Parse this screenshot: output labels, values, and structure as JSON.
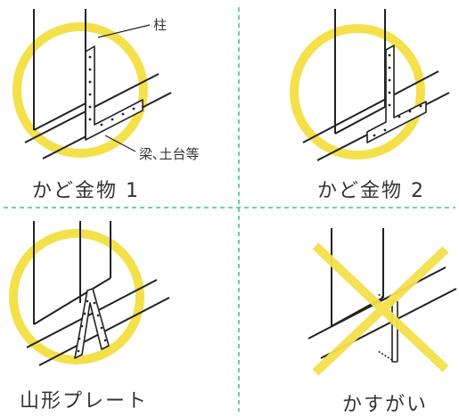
{
  "colors": {
    "ok_ring": "#f4e04b",
    "ng_cross": "#f4e04b",
    "line": "#222222",
    "divider": "#3fbf9f",
    "text": "#333333"
  },
  "labels": {
    "pillar": "柱",
    "beam": "梁､土台等"
  },
  "panels": [
    {
      "caption": "かど金物 1",
      "verdict": "ok",
      "fitting": "l-bracket"
    },
    {
      "caption": "かど金物 2",
      "verdict": "ok",
      "fitting": "t-bracket"
    },
    {
      "caption": "山形プレート",
      "verdict": "ok",
      "fitting": "v-plate"
    },
    {
      "caption": "かすがい",
      "verdict": "ng",
      "fitting": "staple"
    }
  ]
}
